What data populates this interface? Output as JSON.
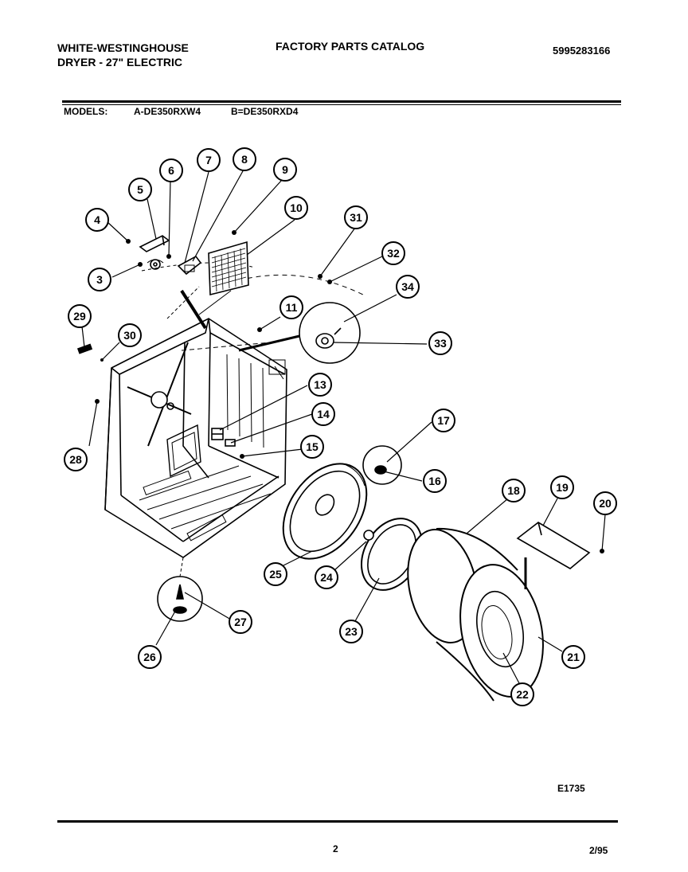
{
  "header": {
    "brand_line1": "WHITE-WESTINGHOUSE",
    "brand_line2": "DRYER - 27\" ELECTRIC",
    "catalog_title": "FACTORY PARTS CATALOG",
    "catalog_number": "5995283166"
  },
  "models": {
    "label": "MODELS:",
    "model_a": "A-DE350RXW4",
    "model_b": "B=DE350RXD4"
  },
  "diagram": {
    "callouts": [
      {
        "id": "c1",
        "label": "4"
      },
      {
        "id": "c2",
        "label": "5"
      },
      {
        "id": "c3",
        "label": "6"
      },
      {
        "id": "c4",
        "label": "7"
      },
      {
        "id": "c5",
        "label": "8"
      },
      {
        "id": "c6",
        "label": "9"
      },
      {
        "id": "c7",
        "label": "10"
      },
      {
        "id": "c8",
        "label": "3"
      },
      {
        "id": "c9",
        "label": "31"
      },
      {
        "id": "c10",
        "label": "32"
      },
      {
        "id": "c11",
        "label": "34"
      },
      {
        "id": "c12",
        "label": "11"
      },
      {
        "id": "c13",
        "label": "33"
      },
      {
        "id": "c14",
        "label": "29"
      },
      {
        "id": "c15",
        "label": "30"
      },
      {
        "id": "c16",
        "label": "13"
      },
      {
        "id": "c17",
        "label": "14"
      },
      {
        "id": "c18",
        "label": "15"
      },
      {
        "id": "c19",
        "label": "17"
      },
      {
        "id": "c20",
        "label": "16"
      },
      {
        "id": "c21",
        "label": "28"
      },
      {
        "id": "c22",
        "label": "18"
      },
      {
        "id": "c23",
        "label": "19"
      },
      {
        "id": "c24",
        "label": "20"
      },
      {
        "id": "c25",
        "label": "25"
      },
      {
        "id": "c26",
        "label": "24"
      },
      {
        "id": "c27",
        "label": "23"
      },
      {
        "id": "c28",
        "label": "21"
      },
      {
        "id": "c29",
        "label": "22"
      },
      {
        "id": "c30",
        "label": "27"
      },
      {
        "id": "c31",
        "label": "26"
      }
    ]
  },
  "footer": {
    "figure_code": "E1735",
    "page_number": "2",
    "date": "2/95"
  }
}
